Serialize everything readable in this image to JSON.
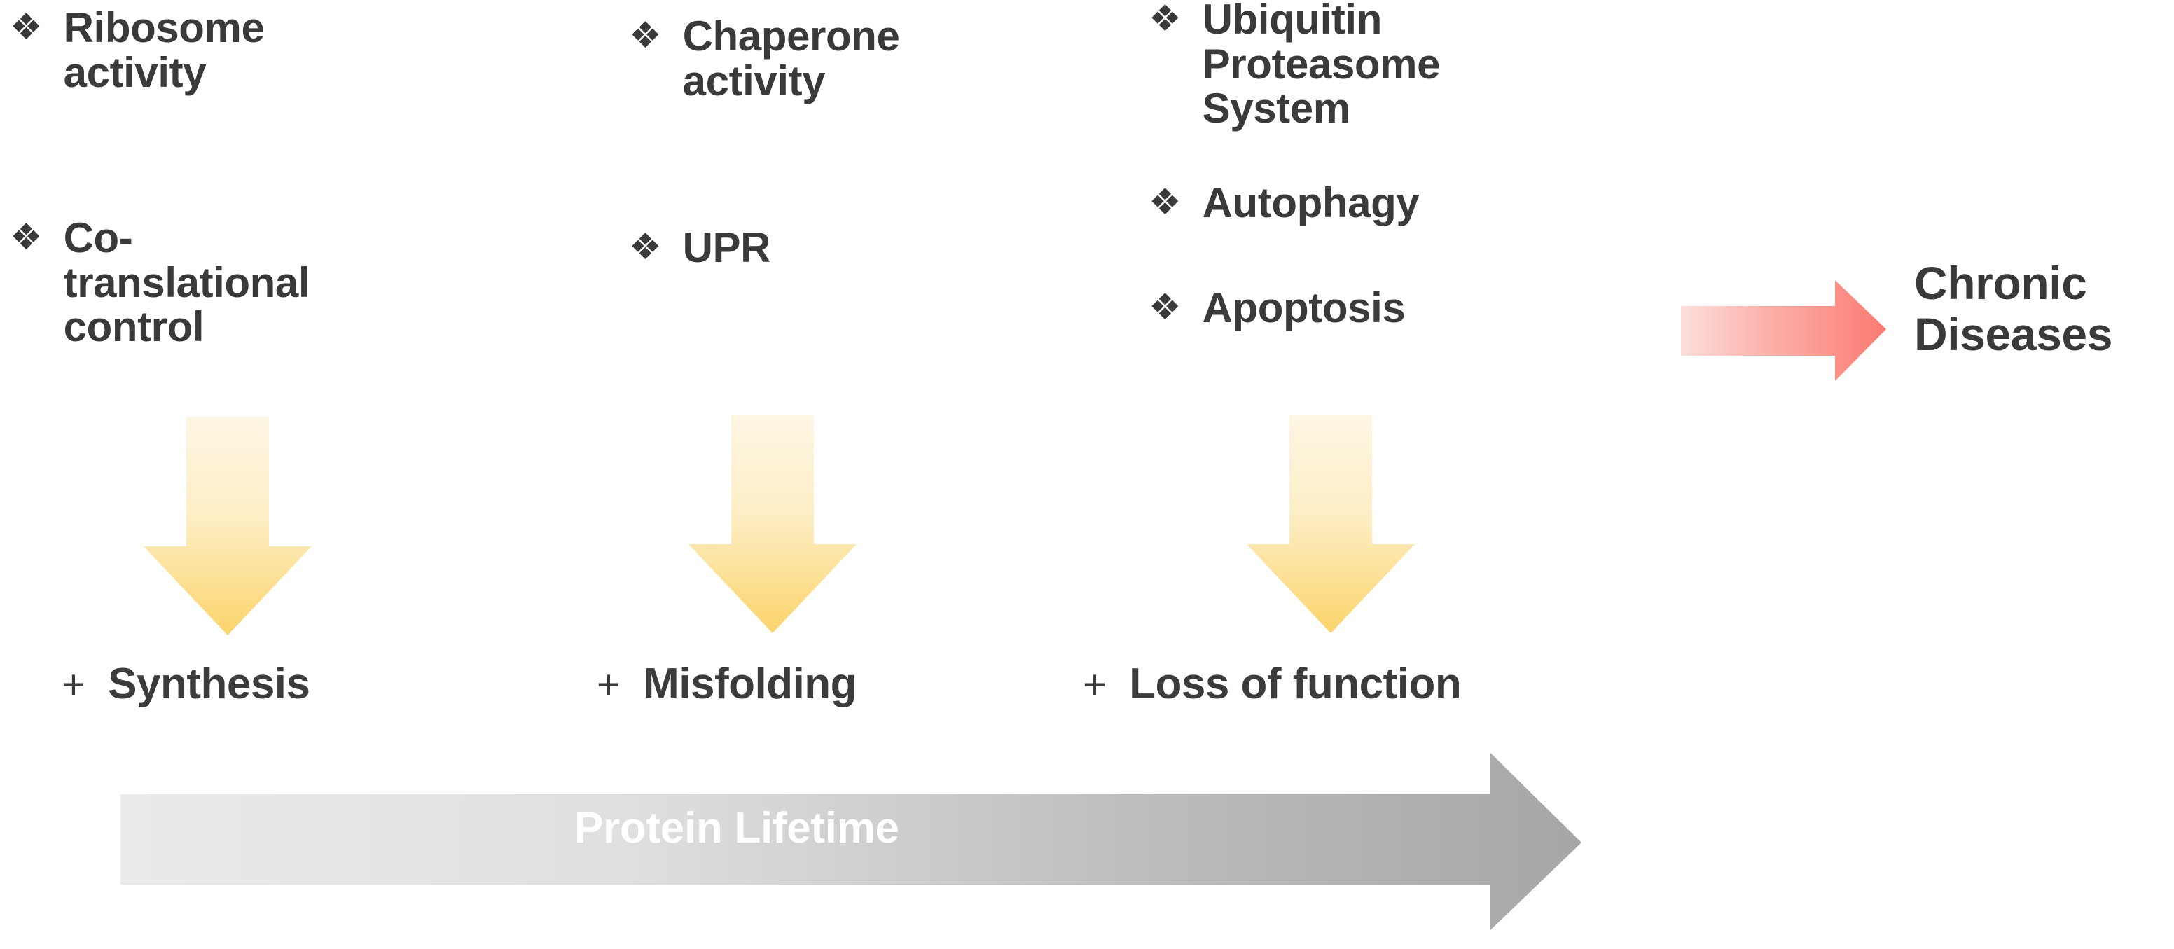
{
  "diagram": {
    "title": "Protein Lifetime / Proteostasis decline schematic",
    "background_color": "#ffffff",
    "text_color": "#3a3a3a",
    "bullet_glyph": "❖",
    "bullet_glyph_name": "four-diamond-bullet"
  },
  "columns": [
    {
      "id": "synthesis",
      "items": [
        {
          "text": "Ribosome\nactivity"
        },
        {
          "text": "Co-translational\ncontrol"
        }
      ],
      "arrow": {
        "name": "down-arrow-synthesis",
        "direction": "down",
        "gradient_from": "#fdf5e0",
        "gradient_to": "#fbd46d"
      },
      "caption": {
        "plus": "+",
        "word": "Synthesis"
      }
    },
    {
      "id": "misfolding",
      "items": [
        {
          "text": "Chaperone\nactivity"
        },
        {
          "text": "UPR"
        }
      ],
      "arrow": {
        "name": "down-arrow-misfolding",
        "direction": "down",
        "gradient_from": "#fdf5e0",
        "gradient_to": "#fbd46d"
      },
      "caption": {
        "plus": "+",
        "word": "Misfolding"
      }
    },
    {
      "id": "loss-of-function",
      "items": [
        {
          "text": "Ubiquitin Proteasome\nSystem"
        },
        {
          "text": "Autophagy"
        },
        {
          "text": "Apoptosis"
        }
      ],
      "arrow": {
        "name": "down-arrow-loss-of-function",
        "direction": "down",
        "gradient_from": "#fdf5e0",
        "gradient_to": "#fbd46d"
      },
      "caption": {
        "plus": "+",
        "word": "Loss of function"
      }
    }
  ],
  "timeline": {
    "label": "Protein Lifetime",
    "direction": "right",
    "gradient_from": "#e8e8e8",
    "gradient_to": "#a6a6a6",
    "label_color": "#ffffff"
  },
  "outcome": {
    "arrow": {
      "name": "right-arrow-outcome",
      "direction": "right",
      "gradient_from": "#fadcd8",
      "gradient_to": "#fb7d75"
    },
    "label": "Chronic\nDiseases"
  }
}
